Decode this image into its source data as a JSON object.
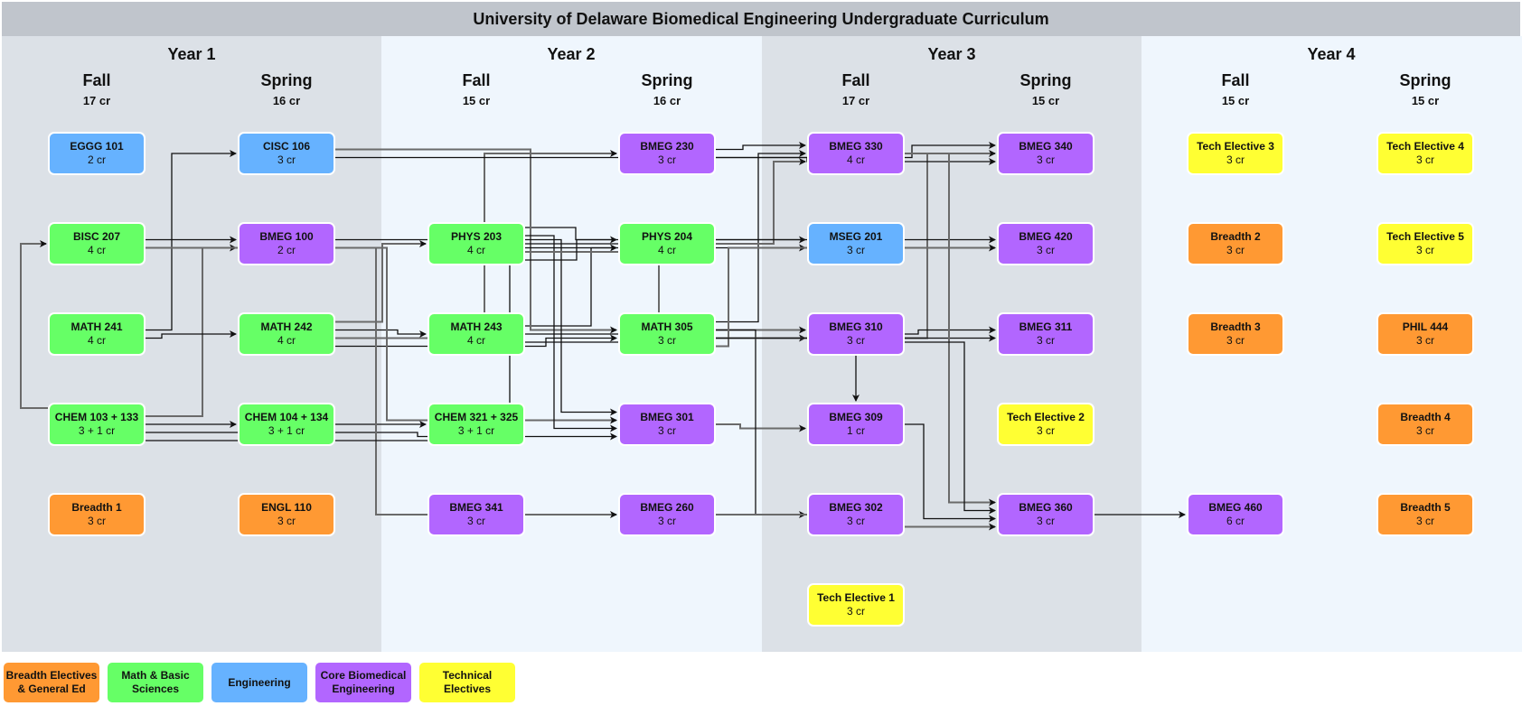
{
  "title": "University of Delaware Biomedical Engineering Undergraduate Curriculum",
  "colors": {
    "breadth": "#ff9933",
    "math_science": "#66ff66",
    "engineering": "#66b2ff",
    "core_bme": "#b266ff",
    "tech_elective": "#ffff33"
  },
  "years": [
    {
      "label": "Year 1",
      "semesters": [
        {
          "name": "Fall",
          "credits": "17 cr"
        },
        {
          "name": "Spring",
          "credits": "16 cr"
        }
      ]
    },
    {
      "label": "Year 2",
      "semesters": [
        {
          "name": "Fall",
          "credits": "15 cr"
        },
        {
          "name": "Spring",
          "credits": "16 cr"
        }
      ]
    },
    {
      "label": "Year 3",
      "semesters": [
        {
          "name": "Fall",
          "credits": "17 cr"
        },
        {
          "name": "Spring",
          "credits": "15 cr"
        }
      ]
    },
    {
      "label": "Year 4",
      "semesters": [
        {
          "name": "Fall",
          "credits": "15 cr"
        },
        {
          "name": "Spring",
          "credits": "15 cr"
        }
      ]
    }
  ],
  "courses": [
    {
      "id": "EGGG101",
      "code": "EGGG 101",
      "credits": "2 cr",
      "category": "engineering",
      "sem": 0,
      "row": 0
    },
    {
      "id": "BISC207",
      "code": "BISC 207",
      "credits": "4 cr",
      "category": "math_science",
      "sem": 0,
      "row": 1
    },
    {
      "id": "MATH241",
      "code": "MATH 241",
      "credits": "4 cr",
      "category": "math_science",
      "sem": 0,
      "row": 2
    },
    {
      "id": "CHEM103",
      "code": "CHEM 103 + 133",
      "credits": "3 + 1 cr",
      "category": "math_science",
      "sem": 0,
      "row": 3
    },
    {
      "id": "BR1",
      "code": "Breadth 1",
      "credits": "3 cr",
      "category": "breadth",
      "sem": 0,
      "row": 4
    },
    {
      "id": "CISC106",
      "code": "CISC 106",
      "credits": "3 cr",
      "category": "engineering",
      "sem": 1,
      "row": 0
    },
    {
      "id": "BMEG100",
      "code": "BMEG 100",
      "credits": "2 cr",
      "category": "core_bme",
      "sem": 1,
      "row": 1
    },
    {
      "id": "MATH242",
      "code": "MATH 242",
      "credits": "4 cr",
      "category": "math_science",
      "sem": 1,
      "row": 2
    },
    {
      "id": "CHEM104",
      "code": "CHEM 104 + 134",
      "credits": "3 + 1 cr",
      "category": "math_science",
      "sem": 1,
      "row": 3
    },
    {
      "id": "ENGL110",
      "code": "ENGL 110",
      "credits": "3 cr",
      "category": "breadth",
      "sem": 1,
      "row": 4
    },
    {
      "id": "PHYS203",
      "code": "PHYS 203",
      "credits": "4 cr",
      "category": "math_science",
      "sem": 2,
      "row": 1
    },
    {
      "id": "MATH243",
      "code": "MATH 243",
      "credits": "4 cr",
      "category": "math_science",
      "sem": 2,
      "row": 2
    },
    {
      "id": "CHEM321",
      "code": "CHEM 321 + 325",
      "credits": "3 + 1 cr",
      "category": "math_science",
      "sem": 2,
      "row": 3
    },
    {
      "id": "BMEG341",
      "code": "BMEG 341",
      "credits": "3 cr",
      "category": "core_bme",
      "sem": 2,
      "row": 4
    },
    {
      "id": "BMEG230",
      "code": "BMEG 230",
      "credits": "3 cr",
      "category": "core_bme",
      "sem": 3,
      "row": 0
    },
    {
      "id": "PHYS204",
      "code": "PHYS 204",
      "credits": "4 cr",
      "category": "math_science",
      "sem": 3,
      "row": 1
    },
    {
      "id": "MATH305",
      "code": "MATH 305",
      "credits": "3 cr",
      "category": "math_science",
      "sem": 3,
      "row": 2
    },
    {
      "id": "BMEG301",
      "code": "BMEG 301",
      "credits": "3 cr",
      "category": "core_bme",
      "sem": 3,
      "row": 3
    },
    {
      "id": "BMEG260",
      "code": "BMEG 260",
      "credits": "3 cr",
      "category": "core_bme",
      "sem": 3,
      "row": 4
    },
    {
      "id": "BMEG330",
      "code": "BMEG 330",
      "credits": "4 cr",
      "category": "core_bme",
      "sem": 4,
      "row": 0
    },
    {
      "id": "MSEG201",
      "code": "MSEG 201",
      "credits": "3 cr",
      "category": "engineering",
      "sem": 4,
      "row": 1
    },
    {
      "id": "BMEG310",
      "code": "BMEG 310",
      "credits": "3 cr",
      "category": "core_bme",
      "sem": 4,
      "row": 2
    },
    {
      "id": "BMEG309",
      "code": "BMEG 309",
      "credits": "1 cr",
      "category": "core_bme",
      "sem": 4,
      "row": 3
    },
    {
      "id": "BMEG302",
      "code": "BMEG 302",
      "credits": "3 cr",
      "category": "core_bme",
      "sem": 4,
      "row": 4
    },
    {
      "id": "TE1",
      "code": "Tech Elective 1",
      "credits": "3 cr",
      "category": "tech_elective",
      "sem": 4,
      "row": 5
    },
    {
      "id": "BMEG340",
      "code": "BMEG 340",
      "credits": "3 cr",
      "category": "core_bme",
      "sem": 5,
      "row": 0
    },
    {
      "id": "BMEG420",
      "code": "BMEG 420",
      "credits": "3 cr",
      "category": "core_bme",
      "sem": 5,
      "row": 1
    },
    {
      "id": "BMEG311",
      "code": "BMEG 311",
      "credits": "3 cr",
      "category": "core_bme",
      "sem": 5,
      "row": 2
    },
    {
      "id": "TE2",
      "code": "Tech Elective 2",
      "credits": "3 cr",
      "category": "tech_elective",
      "sem": 5,
      "row": 3
    },
    {
      "id": "BMEG360",
      "code": "BMEG 360",
      "credits": "3 cr",
      "category": "core_bme",
      "sem": 5,
      "row": 4
    },
    {
      "id": "TE3",
      "code": "Tech Elective 3",
      "credits": "3 cr",
      "category": "tech_elective",
      "sem": 6,
      "row": 0
    },
    {
      "id": "BR2",
      "code": "Breadth 2",
      "credits": "3 cr",
      "category": "breadth",
      "sem": 6,
      "row": 1
    },
    {
      "id": "BR3",
      "code": "Breadth 3",
      "credits": "3 cr",
      "category": "breadth",
      "sem": 6,
      "row": 2
    },
    {
      "id": "BMEG460",
      "code": "BMEG 460",
      "credits": "6 cr",
      "category": "core_bme",
      "sem": 6,
      "row": 4
    },
    {
      "id": "TE4",
      "code": "Tech Elective 4",
      "credits": "3 cr",
      "category": "tech_elective",
      "sem": 7,
      "row": 0
    },
    {
      "id": "TE5",
      "code": "Tech Elective 5",
      "credits": "3 cr",
      "category": "tech_elective",
      "sem": 7,
      "row": 1
    },
    {
      "id": "PHIL444",
      "code": "PHIL 444",
      "credits": "3 cr",
      "category": "breadth",
      "sem": 7,
      "row": 2
    },
    {
      "id": "BR4",
      "code": "Breadth 4",
      "credits": "3 cr",
      "category": "breadth",
      "sem": 7,
      "row": 3
    },
    {
      "id": "BR5",
      "code": "Breadth 5",
      "credits": "3 cr",
      "category": "breadth",
      "sem": 7,
      "row": 4
    }
  ],
  "prerequisites": [
    {
      "from": "CHEM103",
      "to": "BISC207"
    },
    {
      "from": "MATH241",
      "to": "CISC106"
    },
    {
      "from": "BISC207",
      "to": "BMEG100"
    },
    {
      "from": "CHEM103",
      "to": "BMEG100"
    },
    {
      "from": "MATH241",
      "to": "MATH242"
    },
    {
      "from": "CHEM103",
      "to": "CHEM104"
    },
    {
      "from": "MATH242",
      "to": "PHYS203"
    },
    {
      "from": "MATH242",
      "to": "MATH243"
    },
    {
      "from": "CHEM104",
      "to": "CHEM321"
    },
    {
      "from": "MATH242",
      "to": "BMEG230"
    },
    {
      "from": "PHYS203",
      "to": "PHYS204"
    },
    {
      "from": "MATH243",
      "to": "PHYS204"
    },
    {
      "from": "CISC106",
      "to": "MATH305"
    },
    {
      "from": "MATH242",
      "to": "MATH305"
    },
    {
      "from": "BMEG100",
      "to": "BMEG301"
    },
    {
      "from": "BISC207",
      "to": "BMEG301"
    },
    {
      "from": "PHYS203",
      "to": "BMEG301"
    },
    {
      "from": "CHEM103",
      "to": "BMEG301"
    },
    {
      "from": "BMEG100",
      "to": "BMEG260"
    },
    {
      "from": "BMEG230",
      "to": "BMEG330"
    },
    {
      "from": "MATH305",
      "to": "BMEG330"
    },
    {
      "from": "PHYS204",
      "to": "BMEG330"
    },
    {
      "from": "PHYS203",
      "to": "MSEG201"
    },
    {
      "from": "CHEM103",
      "to": "MSEG201"
    },
    {
      "from": "PHYS203",
      "to": "BMEG310"
    },
    {
      "from": "MATH243",
      "to": "BMEG310"
    },
    {
      "from": "BMEG310",
      "to": "BMEG309"
    },
    {
      "from": "BMEG301",
      "to": "BMEG309"
    },
    {
      "from": "MATH305",
      "to": "BMEG302"
    },
    {
      "from": "BMEG230",
      "to": "BMEG340"
    },
    {
      "from": "MATH305",
      "to": "BMEG340"
    },
    {
      "from": "CISC106",
      "to": "BMEG340"
    },
    {
      "from": "PHYS203",
      "to": "BMEG420"
    },
    {
      "from": "MATH305",
      "to": "BMEG420"
    },
    {
      "from": "BMEG310",
      "to": "BMEG311"
    },
    {
      "from": "MATH243",
      "to": "BMEG311"
    },
    {
      "from": "BMEG330",
      "to": "BMEG360"
    },
    {
      "from": "BMEG310",
      "to": "BMEG360"
    },
    {
      "from": "BMEG309",
      "to": "BMEG360"
    },
    {
      "from": "BMEG260",
      "to": "BMEG360"
    },
    {
      "from": "BMEG360",
      "to": "BMEG460"
    }
  ],
  "legend": [
    {
      "category": "breadth",
      "label": "Breadth Electives & General Ed"
    },
    {
      "category": "math_science",
      "label": "Math & Basic Sciences"
    },
    {
      "category": "engineering",
      "label": "Engineering"
    },
    {
      "category": "core_bme",
      "label": "Core Biomedical Engineering"
    },
    {
      "category": "tech_elective",
      "label": "Technical Electives"
    }
  ]
}
